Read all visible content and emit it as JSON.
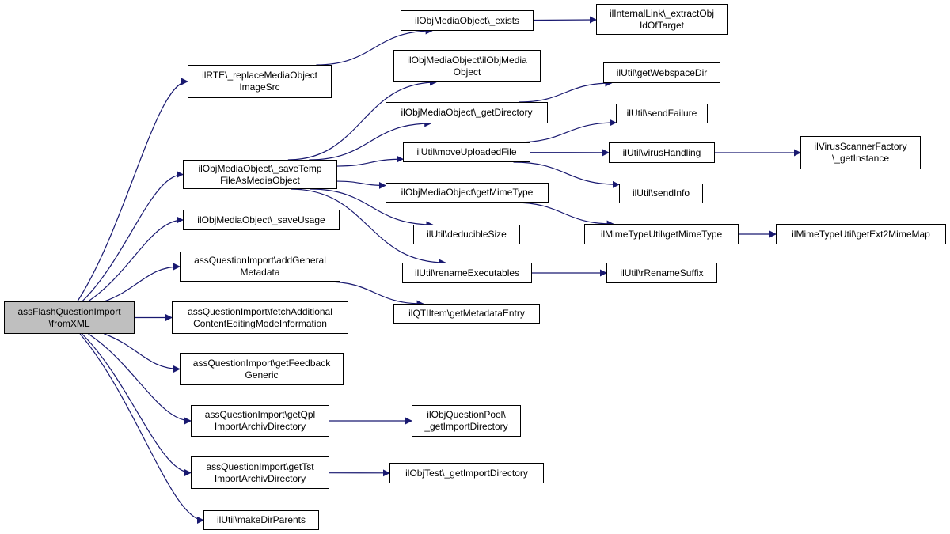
{
  "colors": {
    "edge": "#191970",
    "root_fill": "#bfbfbf",
    "node_fill": "#ffffff",
    "border": "#000000"
  },
  "nodes": {
    "root": "assFlashQuestionImport\n\\fromXML",
    "replaceMediaObjectImageSrc": "ilRTE\\_replaceMediaObject\nImageSrc",
    "saveTempFileAsMediaObject": "ilObjMediaObject\\_saveTemp\nFileAsMediaObject",
    "saveUsage": "ilObjMediaObject\\_saveUsage",
    "addGeneralMetadata": "assQuestionImport\\addGeneral\nMetadata",
    "fetchAdditional": "assQuestionImport\\fetchAdditional\nContentEditingModeInformation",
    "getFeedbackGeneric": "assQuestionImport\\getFeedback\nGeneric",
    "getQplImportArchivDirectory": "assQuestionImport\\getQpl\nImportArchivDirectory",
    "getTstImportArchivDirectory": "assQuestionImport\\getTst\nImportArchivDirectory",
    "makeDirParents": "ilUtil\\makeDirParents",
    "mediaExists": "ilObjMediaObject\\_exists",
    "mediaConstructor": "ilObjMediaObject\\ilObjMedia\nObject",
    "getDirectory": "ilObjMediaObject\\_getDirectory",
    "moveUploadedFile": "ilUtil\\moveUploadedFile",
    "getMimeTypeMedia": "ilObjMediaObject\\getMimeType",
    "deducibleSize": "ilUtil\\deducibleSize",
    "renameExecutables": "ilUtil\\renameExecutables",
    "getMetadataEntry": "ilQTIItem\\getMetadataEntry",
    "qplGetImportDirectory": "ilObjQuestionPool\\\n_getImportDirectory",
    "tstGetImportDirectory": "ilObjTest\\_getImportDirectory",
    "extractObjIdOfTarget": "ilInternalLink\\_extractObj\nIdOfTarget",
    "getWebspaceDir": "ilUtil\\getWebspaceDir",
    "sendFailure": "ilUtil\\sendFailure",
    "virusHandling": "ilUtil\\virusHandling",
    "sendInfo": "ilUtil\\sendInfo",
    "mimeTypeUtilGetMimeType": "ilMimeTypeUtil\\getMimeType",
    "rRenameSuffix": "ilUtil\\rRenameSuffix",
    "virusScannerGetInstance": "ilVirusScannerFactory\n\\_getInstance",
    "getExt2MimeMap": "ilMimeTypeUtil\\getExt2MimeMap"
  },
  "edges": [
    [
      "root",
      "replaceMediaObjectImageSrc"
    ],
    [
      "root",
      "saveTempFileAsMediaObject"
    ],
    [
      "root",
      "saveUsage"
    ],
    [
      "root",
      "addGeneralMetadata"
    ],
    [
      "root",
      "fetchAdditional"
    ],
    [
      "root",
      "getFeedbackGeneric"
    ],
    [
      "root",
      "getQplImportArchivDirectory"
    ],
    [
      "root",
      "getTstImportArchivDirectory"
    ],
    [
      "root",
      "makeDirParents"
    ],
    [
      "replaceMediaObjectImageSrc",
      "mediaExists"
    ],
    [
      "mediaExists",
      "extractObjIdOfTarget"
    ],
    [
      "saveTempFileAsMediaObject",
      "mediaConstructor"
    ],
    [
      "saveTempFileAsMediaObject",
      "getDirectory"
    ],
    [
      "saveTempFileAsMediaObject",
      "moveUploadedFile"
    ],
    [
      "saveTempFileAsMediaObject",
      "getMimeTypeMedia"
    ],
    [
      "saveTempFileAsMediaObject",
      "deducibleSize"
    ],
    [
      "saveTempFileAsMediaObject",
      "renameExecutables"
    ],
    [
      "getDirectory",
      "getWebspaceDir"
    ],
    [
      "moveUploadedFile",
      "sendFailure"
    ],
    [
      "moveUploadedFile",
      "virusHandling"
    ],
    [
      "moveUploadedFile",
      "sendInfo"
    ],
    [
      "virusHandling",
      "virusScannerGetInstance"
    ],
    [
      "getMimeTypeMedia",
      "mimeTypeUtilGetMimeType"
    ],
    [
      "mimeTypeUtilGetMimeType",
      "getExt2MimeMap"
    ],
    [
      "renameExecutables",
      "rRenameSuffix"
    ],
    [
      "addGeneralMetadata",
      "getMetadataEntry"
    ],
    [
      "getQplImportArchivDirectory",
      "qplGetImportDirectory"
    ],
    [
      "getTstImportArchivDirectory",
      "tstGetImportDirectory"
    ]
  ]
}
